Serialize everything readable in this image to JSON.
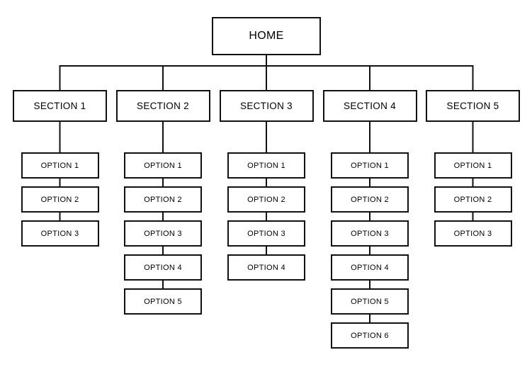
{
  "diagram": {
    "root": {
      "label": "HOME"
    },
    "sections": [
      {
        "label": "SECTION 1",
        "options": [
          "OPTION 1",
          "OPTION 2",
          "OPTION 3"
        ]
      },
      {
        "label": "SECTION 2",
        "options": [
          "OPTION 1",
          "OPTION 2",
          "OPTION 3",
          "OPTION 4",
          "OPTION 5"
        ]
      },
      {
        "label": "SECTION 3",
        "options": [
          "OPTION 1",
          "OPTION 2",
          "OPTION 3",
          "OPTION 4"
        ]
      },
      {
        "label": "SECTION 4",
        "options": [
          "OPTION 1",
          "OPTION 2",
          "OPTION 3",
          "OPTION 4",
          "OPTION 5",
          "OPTION 6"
        ]
      },
      {
        "label": "SECTION 5",
        "options": [
          "OPTION 1",
          "OPTION 2",
          "OPTION 3"
        ]
      }
    ],
    "colors": {
      "line": "#111111",
      "box_background": "#ffffff",
      "text": "#000000",
      "page_background": "#ffffff"
    }
  }
}
